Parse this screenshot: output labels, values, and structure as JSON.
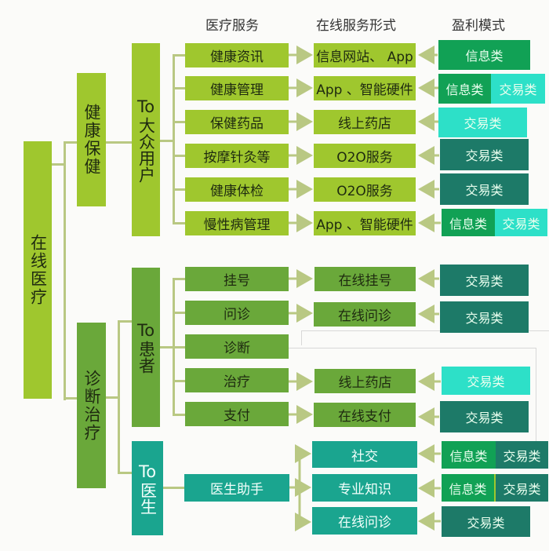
{
  "headers": {
    "medical_service": "医疗服务",
    "online_form": "在线服务形式",
    "profit_model": "盈利模式"
  },
  "root": "在线医疗",
  "branches": [
    {
      "label": "健康保健",
      "audiences": [
        {
          "label_prefix": "To",
          "label": "大众用户",
          "services": [
            {
              "service": "健康资讯",
              "form": "信息网站、 App",
              "revenue": [
                "信息类"
              ]
            },
            {
              "service": "健康管理",
              "form": "App 、智能硬件",
              "revenue": [
                "信息类",
                "交易类"
              ]
            },
            {
              "service": "保健药品",
              "form": "线上药店",
              "revenue": [
                "交易类"
              ]
            },
            {
              "service": "按摩针灸等",
              "form": "O2O服务",
              "revenue": [
                "交易类"
              ]
            },
            {
              "service": "健康体检",
              "form": "O2O服务",
              "revenue": [
                "交易类"
              ]
            },
            {
              "service": "慢性病管理",
              "form": "App 、智能硬件",
              "revenue": [
                "信息类",
                "交易类"
              ]
            }
          ]
        }
      ]
    },
    {
      "label": "诊断治疗",
      "audiences": [
        {
          "label_prefix": "To",
          "label": "患者",
          "services": [
            {
              "service": "挂号",
              "form": "在线挂号",
              "revenue": [
                "交易类"
              ]
            },
            {
              "service": "问诊",
              "form": "在线问诊",
              "revenue": [
                "交易类"
              ]
            },
            {
              "service": "诊断",
              "form": "",
              "revenue": []
            },
            {
              "service": "治疗",
              "form": "线上药店",
              "revenue": [
                "交易类"
              ]
            },
            {
              "service": "支付",
              "form": "在线支付",
              "revenue": [
                "交易类"
              ]
            }
          ]
        },
        {
          "label_prefix": "To",
          "label": "医生",
          "services": [
            {
              "service": "医生助手",
              "forms": [
                {
                  "form": "社交",
                  "revenue": [
                    "信息类",
                    "交易类"
                  ]
                },
                {
                  "form": "专业知识",
                  "revenue": [
                    "信息类",
                    "交易类"
                  ]
                },
                {
                  "form": "在线问诊",
                  "revenue": [
                    "交易类"
                  ]
                }
              ]
            }
          ]
        }
      ]
    }
  ],
  "colors": {
    "lime": "#9fc72e",
    "green": "#6aa83a",
    "teal": "#1aa58f",
    "info": "#11a155",
    "trade_light": "#2de0c8",
    "trade_dark": "#1d7a68",
    "connector": "#b9c883"
  }
}
